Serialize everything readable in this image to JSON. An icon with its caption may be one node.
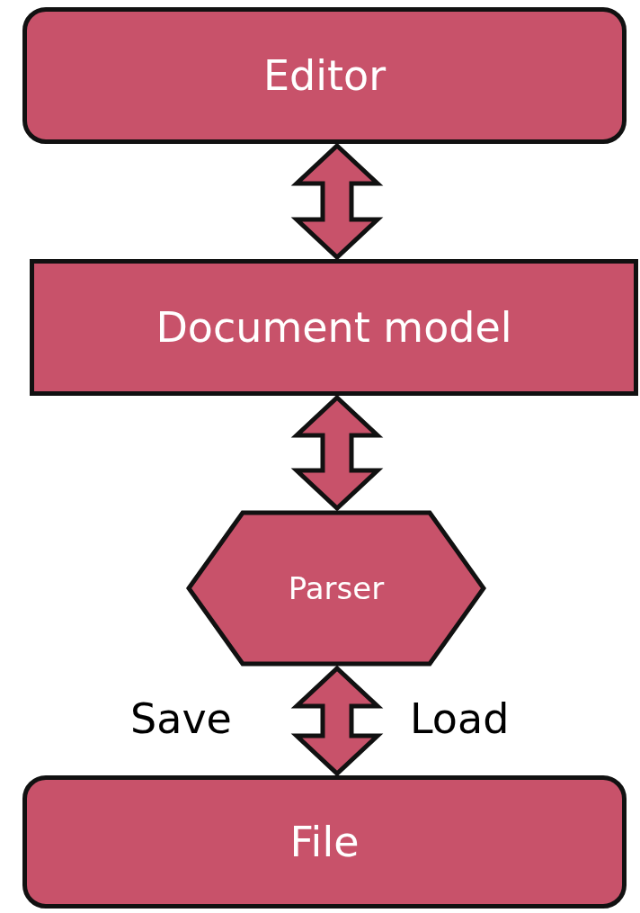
{
  "diagram": {
    "nodes": [
      {
        "text": [
          "Editor"
        ]
      },
      {
        "text": [
          "Document model"
        ]
      },
      {
        "text": [
          "Parser"
        ]
      },
      {
        "text": [
          "File"
        ]
      }
    ],
    "edges": [
      {
        "from": 0,
        "to": 1,
        "arrow": "both"
      },
      {
        "from": 1,
        "to": 2,
        "arrow": "both"
      },
      {
        "from": 2,
        "to": 3,
        "arrow": "both"
      }
    ],
    "labels": [
      "Save",
      "Load"
    ]
  }
}
